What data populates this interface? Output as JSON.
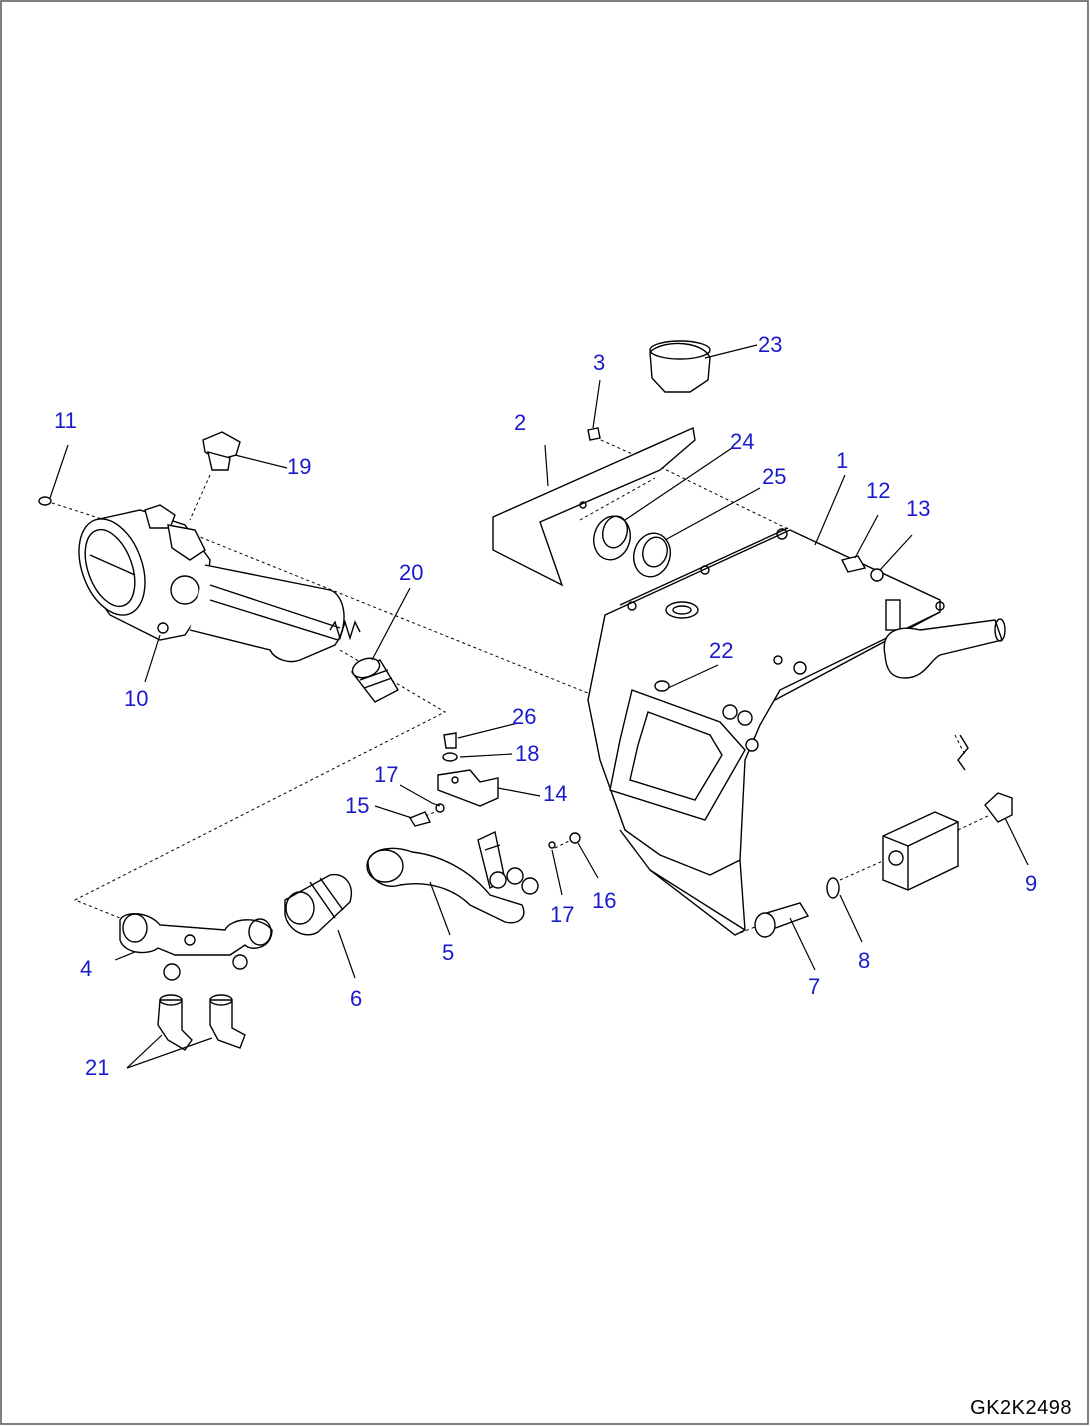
{
  "drawing_code": "GK2K2498",
  "callouts": [
    {
      "id": "c1",
      "label": "1"
    },
    {
      "id": "c2",
      "label": "2"
    },
    {
      "id": "c3",
      "label": "3"
    },
    {
      "id": "c4",
      "label": "4"
    },
    {
      "id": "c5",
      "label": "5"
    },
    {
      "id": "c6",
      "label": "6"
    },
    {
      "id": "c7",
      "label": "7"
    },
    {
      "id": "c8",
      "label": "8"
    },
    {
      "id": "c9",
      "label": "9"
    },
    {
      "id": "c10",
      "label": "10"
    },
    {
      "id": "c11",
      "label": "11"
    },
    {
      "id": "c12",
      "label": "12"
    },
    {
      "id": "c13",
      "label": "13"
    },
    {
      "id": "c14",
      "label": "14"
    },
    {
      "id": "c15",
      "label": "15"
    },
    {
      "id": "c16",
      "label": "16"
    },
    {
      "id": "c17a",
      "label": "17"
    },
    {
      "id": "c17b",
      "label": "17"
    },
    {
      "id": "c18",
      "label": "18"
    },
    {
      "id": "c19",
      "label": "19"
    },
    {
      "id": "c20",
      "label": "20"
    },
    {
      "id": "c21",
      "label": "21"
    },
    {
      "id": "c22",
      "label": "22"
    },
    {
      "id": "c23",
      "label": "23"
    },
    {
      "id": "c24",
      "label": "24"
    },
    {
      "id": "c25",
      "label": "25"
    },
    {
      "id": "c26",
      "label": "26"
    }
  ],
  "colors": {
    "callout": "#1a1acc",
    "line": "#000000",
    "frame": "#555555"
  }
}
